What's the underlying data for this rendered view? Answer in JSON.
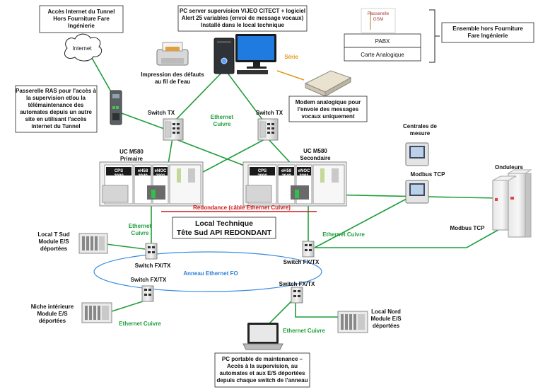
{
  "texts": {
    "internet_box": [
      "Accès Internet du Tunnel",
      "Hors Fourniture Fare",
      "Ingénierie"
    ],
    "internet_cloud": "Internet",
    "ras_box": [
      "Passerelle RAS pour l'accès à",
      "la supervision et/ou la",
      "télémaintenance des",
      "automates depuis un autre",
      "site en utilisant l'accès",
      "internet du Tunnel"
    ],
    "pc_box": [
      "PC server supervision VIJEO CITECT + logiciel",
      "Alert 25 variables (envoi de message vocaux)",
      "Installé dans le local technique"
    ],
    "pabx_gsm": [
      "Passerelle",
      "GSM"
    ],
    "pabx": "PABX",
    "carte_analog": "Carte Analogique",
    "ensemble_box": [
      "Ensemble hors Fourniture",
      "Fare Ingénierie"
    ],
    "serie": "Série",
    "printer_label": [
      "Impression des défauts",
      "au fil de l'eau"
    ],
    "modem_box": [
      "Modem analogique pour",
      "l'envoie des messages",
      "vocaux uniquement"
    ],
    "switch_tx_left": "Switch TX",
    "switch_tx_right": "Switch TX",
    "ethernet_cuivre_top": [
      "Ethernet",
      "Cuivre"
    ],
    "centrales": [
      "Centrales de",
      "mesure"
    ],
    "uc_primaire": [
      "UC M580",
      "Primaire"
    ],
    "uc_secondaire": [
      "UC M580",
      "Secondaire"
    ],
    "cps_left": [
      "CPS",
      "2000"
    ],
    "cps_right": [
      "CPS",
      "2000"
    ],
    "ehs_left": [
      "eH58",
      "2040"
    ],
    "ehs_right": [
      "eH58",
      "2040"
    ],
    "enoc_left": [
      "eNOC",
      "2301"
    ],
    "enoc_right": [
      "eNOC",
      "2301"
    ],
    "modbus_tcp_top": "Modbus TCP",
    "onduleurs": "Onduleurs",
    "redondance": "Redondance (câble Ethernet Cuivre)",
    "local_technique": [
      "Local Technique",
      "Tête Sud API REDONDANT"
    ],
    "modbus_tcp_right": "Modbus TCP",
    "local_t_sud": [
      "Local T Sud",
      "Module E/S",
      "déportées"
    ],
    "ethernet_cuivre_left": [
      "Ethernet",
      "Cuivre"
    ],
    "ethernet_cuivre_right": "Ethernet Cuivre",
    "switch_fx_1": "Switch FX/TX",
    "switch_fx_2": "Switch FX/TX",
    "switch_fx_3": "Switch FX/TX",
    "switch_fx_4": "Switch FX/TX",
    "anneau": "Anneau Ethernet FO",
    "niche": [
      "Niche intérieure",
      "Module E/S",
      "déportées"
    ],
    "ethernet_cuivre_bottom_left": "Ethernet Cuivre",
    "local_nord": [
      "Local Nord",
      "Module E/S",
      "déportées"
    ],
    "ethernet_cuivre_bottom_right": "Ethernet Cuivre",
    "pc_portable_box": [
      "PC portable de maintenance –",
      "Accès à la supervision, au",
      "automates et aux E/S déportées",
      "depuis chaque switch de l'anneau"
    ]
  },
  "colors": {
    "copper_link": "#1f9e3a",
    "fiber_ring": "#2b7fd4",
    "redundancy": "#d01818",
    "serial": "#e09a1a"
  }
}
